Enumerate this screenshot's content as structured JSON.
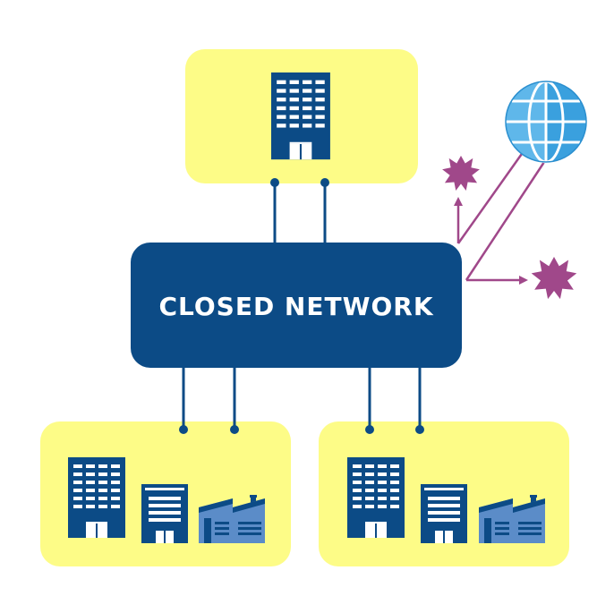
{
  "diagram": {
    "hub": {
      "label": "CLOSED NETWORK"
    },
    "sites": [
      {
        "id": "site-top",
        "buildings": [
          "office-tower"
        ]
      },
      {
        "id": "site-bottom-left",
        "buildings": [
          "office-tower",
          "office-building",
          "factory"
        ]
      },
      {
        "id": "site-bottom-right",
        "buildings": [
          "office-tower",
          "office-building",
          "factory"
        ]
      }
    ],
    "external": {
      "internet": "globe-icon",
      "threats": [
        "virus-icon",
        "virus-icon"
      ]
    }
  },
  "colors": {
    "navy": "#0c4b86",
    "site_fill": "#fdfc87",
    "steel_blue": "#5b8cc8",
    "globe_blue": "#3aa0de",
    "globe_light": "#7cc6f0",
    "threat_purple": "#a0488a",
    "white": "#ffffff"
  }
}
